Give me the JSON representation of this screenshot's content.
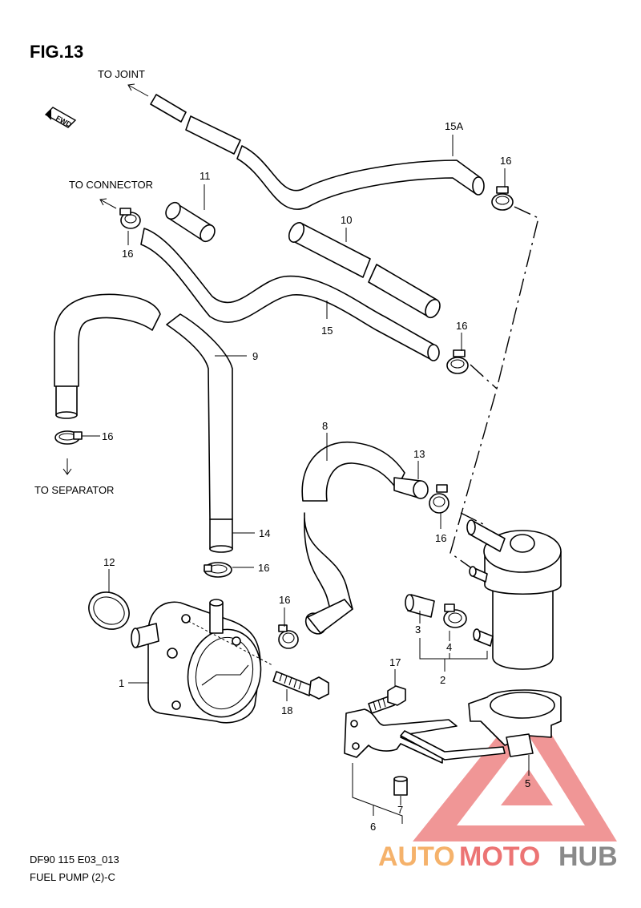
{
  "title": "FIG.13",
  "footer": {
    "code": "DF90 115 E03_013",
    "name": "FUEL PUMP (2)-C"
  },
  "destinations": {
    "to_joint": "TO JOINT",
    "to_connector": "TO CONNECTOR",
    "to_separator": "TO SEPARATOR"
  },
  "fwd_badge": "FWD",
  "callouts": {
    "p1": "1",
    "p2": "2",
    "p3": "3",
    "p4": "4",
    "p5": "5",
    "p6": "6",
    "p7": "7",
    "p8": "8",
    "p9": "9",
    "p10": "10",
    "p11": "11",
    "p12": "12",
    "p13": "13",
    "p14": "14",
    "p15": "15",
    "p15a": "15A",
    "p16a": "16",
    "p16b": "16",
    "p16c": "16",
    "p16d": "16",
    "p16e": "16",
    "p16f": "16",
    "p16g": "16",
    "p17": "17",
    "p18": "18"
  },
  "watermark": {
    "part1": "AUTO",
    "part2": "MOTO",
    "part3": "HUB"
  },
  "colors": {
    "watermark_orange": "#f5b26b",
    "watermark_red": "#ec7474",
    "watermark_gray": "#8a8a8a",
    "line": "#000000"
  }
}
